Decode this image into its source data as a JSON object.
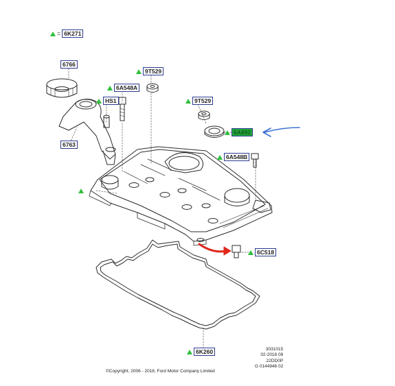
{
  "labels": {
    "top": "6K271",
    "oil_cap": "6766",
    "filler_neck": "6763",
    "hs1": "HS1",
    "bolt_6a548a": "6A548A",
    "nut_9t529_left": "9T529",
    "nut_9t529_right": "9T529",
    "seal_highlighted": "6A892",
    "bolt_6a548b": "6A548B",
    "stud_6c518": "6C518",
    "gasket_6k260": "6K260"
  },
  "ref_block": {
    "line1": "3031015",
    "line2": "02-2018 08",
    "line3": "22DD0P",
    "line4": "G 0144946 02"
  },
  "copyright": "©Copyright, 2006 - 2018, Ford Motor Company Limited",
  "colors": {
    "callout_border": "#2b3a8f",
    "callout_triangle": "#2fbf3a",
    "highlight_fill": "#22a83a",
    "blue_arrow": "#3a6fd0",
    "red_arrow": "#e0271c"
  }
}
